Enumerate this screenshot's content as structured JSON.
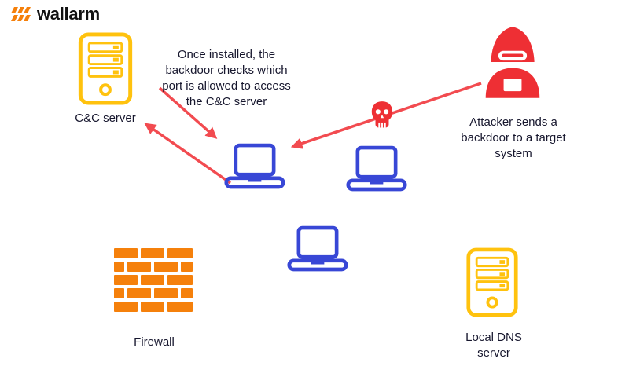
{
  "colors": {
    "orange": "#F5800B",
    "yellow": "#FFC20E",
    "blue": "#3847D6",
    "red": "#EE2F34",
    "red-arrow": "#F24B50",
    "ink": "#17172E"
  },
  "logo": {
    "text": "wallarm"
  },
  "nodes": {
    "cc_server": {
      "label": "C&C server"
    },
    "firewall": {
      "label": "Firewall"
    },
    "dns_server": {
      "label": "Local DNS\nserver"
    },
    "attacker": {
      "label": "Attacker sends a\nbackdoor to a target\nsystem"
    }
  },
  "annotations": {
    "backdoor_note": "Once installed, the\nbackdoor checks which\nport is allowed to access\nthe C&C server"
  },
  "icons": {
    "logo": "wallarm-zigzag-flag",
    "cc_server": "server-tower",
    "dns_server": "server-tower",
    "laptops": "laptop",
    "firewall": "brick-wall",
    "attacker": "hooded-hacker",
    "malware": "skull"
  }
}
